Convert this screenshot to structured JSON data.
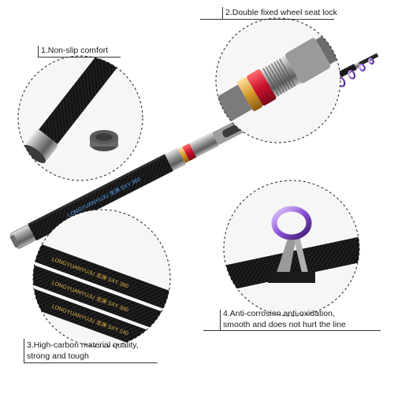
{
  "callouts": {
    "non_slip": "1.Non-slip comfort",
    "wheel_seat": "2.Double fixed wheel seat lock",
    "carbon_line1": "3.High-carbon material quality,",
    "carbon_line2": "strong and tough",
    "anti_corrosion_line1": "4.Anti-corrosion anti-oxidation,",
    "anti_corrosion_line2": "smooth and does not hurt the line"
  },
  "rod_print": {
    "main": "LONGYUANYUJU 龙渊 SXY 360",
    "section_a": "LONGYUANYUJU 龙渊 SXY 360",
    "section_b": "LONGYUANYUJU 龙渊 SXY 300",
    "section_c": "LONGYUANYUJU 龙渊 SXY 240"
  },
  "colors": {
    "carbon": "#151515",
    "metal": "#8a8a8a",
    "accent_red": "#c8102e",
    "accent_gold": "#d79b2a",
    "guide_purple": "#8a4fd8",
    "text_blue": "#5aa9ff",
    "text_gold": "#e7b44a",
    "text_red": "#ff3b3b"
  }
}
